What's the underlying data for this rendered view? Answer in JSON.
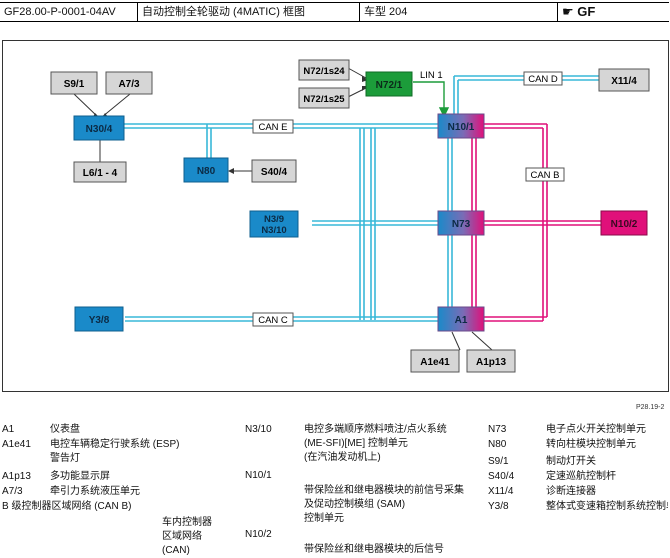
{
  "header": {
    "doc_id": "GF28.00-P-0001-04AV",
    "title": "自动控制全轮驱动 (4MATIC) 框图",
    "model": "车型 204",
    "badge": "GF"
  },
  "diagram": {
    "nodes": {
      "s91": "S9/1",
      "a73": "A7/3",
      "n304": "N30/4",
      "l61": "L6/1 - 4",
      "n80": "N80",
      "s404": "S40/4",
      "n72s24": "N72/1s24",
      "n72s25": "N72/1s25",
      "n721": "N72/1",
      "x114": "X11/4",
      "n101": "N10/1",
      "n39": "N3/9\nN3/10",
      "n73": "N73",
      "n102": "N10/2",
      "y38": "Y3/8",
      "a1": "A1",
      "a1e41": "A1e41",
      "a1p13": "A1p13"
    },
    "bus_labels": {
      "can_e": "CAN E",
      "can_c": "CAN C",
      "can_d": "CAN D",
      "can_b": "CAN B",
      "lin": "LIN 1"
    },
    "colors": {
      "blue": "#1a8ac9",
      "green": "#1c9c3a",
      "magenta": "#e0107a",
      "gray": "#d6d6d6",
      "can_line": "#39b8d8",
      "canb_line": "#e0107a"
    }
  },
  "figure_code": "P28.19-2",
  "legend": {
    "col1": [
      {
        "code": "A1",
        "text": "仪表盘"
      },
      {
        "code": "A1e41",
        "text": "电控车辆稳定行驶系统 (ESP)\n警告灯"
      },
      {
        "code": "A1p13",
        "text": "多功能显示屏"
      },
      {
        "code": "A7/3",
        "text": "牵引力系统液压单元"
      },
      {
        "code": "B 级控制器区域网络 (CAN B)",
        "text": ""
      },
      {
        "code": "",
        "text": "车内控制器区域网络 (CAN)"
      }
    ],
    "col2": [
      {
        "code": "N3/10",
        "text": "电控多端顺序燃料喷注/点火系统 (ME-SFI)[ME] 控制单元\n (在汽油发动机上)"
      },
      {
        "code": "N10/1",
        "text": "带保险丝和继电器模块的前信号采集及促动控制模组 (SAM)\n控制单元"
      },
      {
        "code": "N10/2",
        "text": "带保险丝和继电器模块的后信号"
      }
    ],
    "col3": [
      {
        "code": "N73",
        "text": "电子点火开关控制单元"
      },
      {
        "code": "N80",
        "text": "转向柱模块控制单元"
      },
      {
        "code": "S9/1",
        "text": "制动灯开关"
      },
      {
        "code": "S40/4",
        "text": "定速巡航控制杆"
      },
      {
        "code": "X11/4",
        "text": "诊断连接器"
      },
      {
        "code": "Y3/8",
        "text": "整体式变速箱控制系统控制单元"
      }
    ]
  }
}
